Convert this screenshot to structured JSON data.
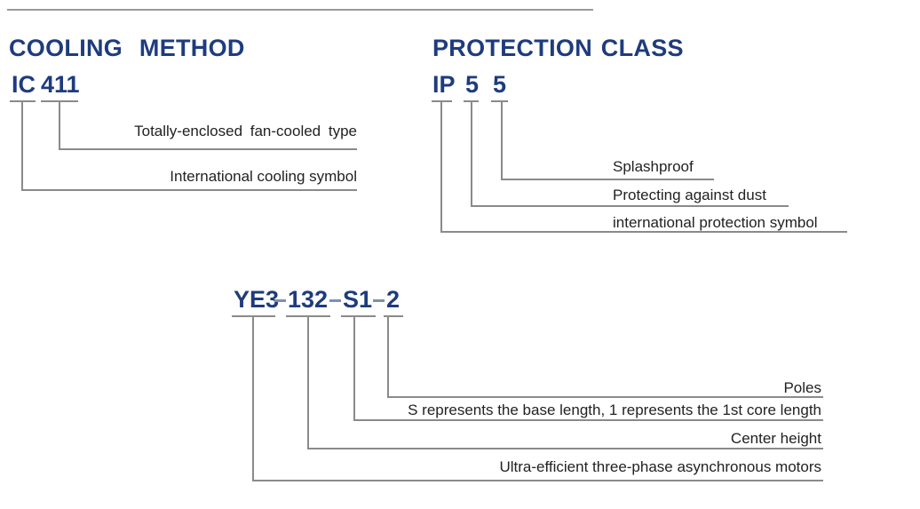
{
  "colors": {
    "heading": "#1e3c7d",
    "dash": "#7d90b0",
    "line": "#8a8a8a",
    "label": "#222222",
    "background": "#ffffff"
  },
  "cooling_method": {
    "title": "COOLING METHOD",
    "code": "IC 411",
    "code_parts": [
      "IC",
      "411"
    ],
    "callouts": [
      "Totally-enclosed fan-cooled type",
      "International cooling symbol"
    ]
  },
  "protection_class": {
    "title": "PROTECTION CLASS",
    "code": "IP 5 5",
    "code_parts": [
      "IP",
      "5",
      "5"
    ],
    "callouts": [
      "Splashproof",
      "Protecting against dust",
      "international protection symbol"
    ]
  },
  "model_designation": {
    "code": "YE3-132-S1-2",
    "code_parts": [
      "YE3",
      "132",
      "S1",
      "2"
    ],
    "callouts": [
      "Poles",
      "S represents the base length, 1 represents the 1st core length",
      "Center height",
      "Ultra-efficient three-phase asynchronous motors"
    ]
  }
}
